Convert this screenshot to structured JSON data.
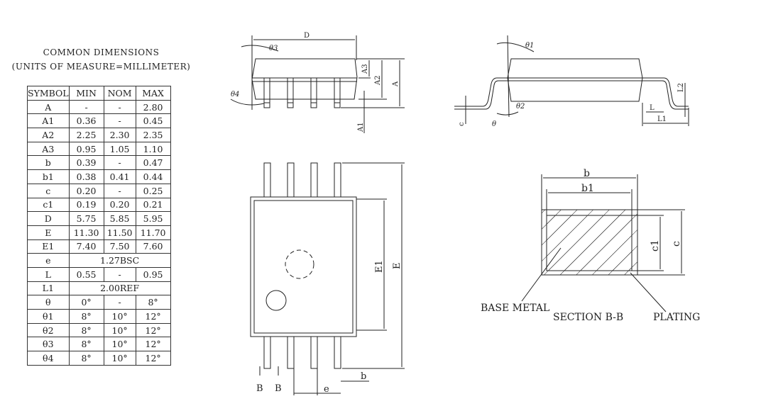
{
  "title_line1": "COMMON DIMENSIONS",
  "title_line2": "(UNITS OF MEASURE=MILLIMETER)",
  "table": {
    "headers": [
      "SYMBOL",
      "MIN",
      "NOM",
      "MAX"
    ],
    "rows": [
      [
        "A",
        "-",
        "-",
        "2.80"
      ],
      [
        "A1",
        "0.36",
        "-",
        "0.45"
      ],
      [
        "A2",
        "2.25",
        "2.30",
        "2.35"
      ],
      [
        "A3",
        "0.95",
        "1.05",
        "1.10"
      ],
      [
        "b",
        "0.39",
        "-",
        "0.47"
      ],
      [
        "b1",
        "0.38",
        "0.41",
        "0.44"
      ],
      [
        "c",
        "0.20",
        "-",
        "0.25"
      ],
      [
        "c1",
        "0.19",
        "0.20",
        "0.21"
      ],
      [
        "D",
        "5.75",
        "5.85",
        "5.95"
      ],
      [
        "E",
        "11.30",
        "11.50",
        "11.70"
      ],
      [
        "E1",
        "7.40",
        "7.50",
        "7.60"
      ],
      [
        "e",
        "1.27BSC"
      ],
      [
        "L",
        "0.55",
        "-",
        "0.95"
      ],
      [
        "L1",
        "2.00REF"
      ],
      [
        "θ",
        "0°",
        "-",
        "8°"
      ],
      [
        "θ1",
        "8°",
        "10°",
        "12°"
      ],
      [
        "θ2",
        "8°",
        "10°",
        "12°"
      ],
      [
        "θ3",
        "8°",
        "10°",
        "12°"
      ],
      [
        "θ4",
        "8°",
        "10°",
        "12°"
      ]
    ]
  },
  "labels": {
    "D": "D",
    "theta3": "θ3",
    "theta4": "θ4",
    "A3": "A3",
    "A2": "A2",
    "A": "A",
    "A1": "A1",
    "theta1": "θ1",
    "theta2": "θ2",
    "theta": "θ",
    "c": "c",
    "L": "L",
    "L1": "L1",
    "L2": "L2",
    "E1": "E1",
    "E": "E",
    "B_left": "B",
    "B_right": "B",
    "e": "e",
    "b": "b",
    "sec_b": "b",
    "sec_b1": "b1",
    "sec_c1": "c1",
    "sec_c": "c",
    "base_metal": "BASE METAL",
    "section": "SECTION B-B",
    "plating": "PLATING"
  }
}
